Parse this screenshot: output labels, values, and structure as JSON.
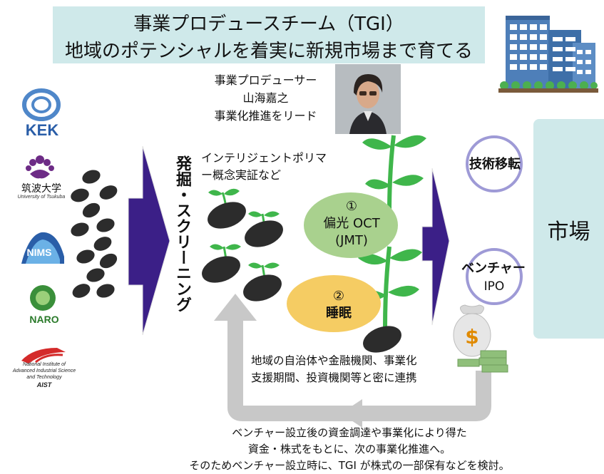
{
  "title": {
    "line1": "事業プロデュースチーム（TGI）",
    "line2": "地域のポテンシャルを着実に新規市場まで育てる"
  },
  "producer": {
    "line1": "事業プロデューサー",
    "line2": "山海嘉之",
    "line3": "事業化推進をリード"
  },
  "screening": {
    "vertical_label": "発掘・スクリーニング",
    "note": "インテリジェントポリマー概念実証など"
  },
  "projects": {
    "item1": {
      "number": "①",
      "name": "偏光 OCT",
      "sub": "(JMT)"
    },
    "item2": {
      "number": "②",
      "name": "睡眠"
    }
  },
  "outcomes": {
    "tech_transfer": "技術移転",
    "venture": "ベンチャー",
    "ipo": "IPO"
  },
  "market": {
    "label": "市場"
  },
  "collaboration": {
    "line1": "地域の自治体や金融機関、事業化",
    "line2": "支援期間、投資機関等と密に連携"
  },
  "bottom": {
    "line1": "ベンチャー設立後の資金調達や事業化により得た",
    "line2": "資金・株式をもとに、次の事業化推進へ。",
    "line3": "そのためベンチャー設立時に、TGI が株式の一部保有などを検討。"
  },
  "institutions": {
    "kek": "KEK",
    "tsukuba": "筑波大学",
    "tsukuba_en": "University of Tsukuba",
    "nims": "NIMS",
    "naro": "NARO",
    "aist_line1": "National Institute of",
    "aist_line2": "Advanced Industrial Science",
    "aist_line3": "and Technology",
    "aist_abbr": "AIST"
  },
  "colors": {
    "title_bg": "#cfe9ea",
    "arrow_purple": "#3b1f87",
    "seed": "#2c2c2c",
    "sprout": "#3fb64b",
    "ellipse_green": "#a9d18e",
    "ellipse_yellow": "#f5cc63",
    "circle_outline": "#9e9ad6",
    "return_arrow": "#c8c8c8"
  }
}
